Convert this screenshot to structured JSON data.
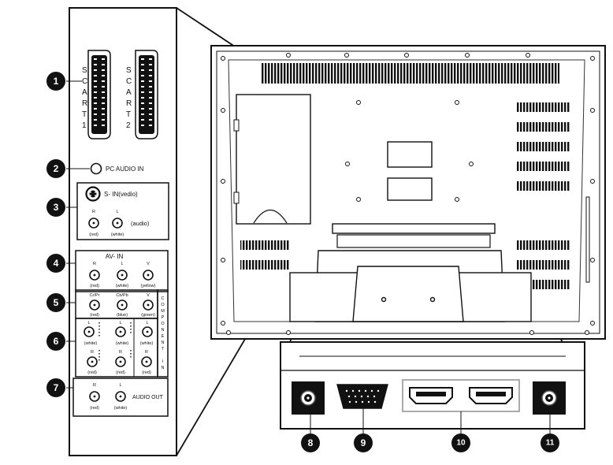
{
  "callouts": [
    "1",
    "2",
    "3",
    "4",
    "5",
    "6",
    "7",
    "8",
    "9",
    "10",
    "11"
  ],
  "scart": {
    "left_letters": [
      "S",
      "C",
      "A",
      "R",
      "T",
      "1"
    ],
    "right_letters": [
      "S",
      "C",
      "A",
      "R",
      "T",
      "2"
    ]
  },
  "pc_audio": {
    "label": "PC AUDIO IN"
  },
  "svideo": {
    "title": "S- IN(vedio)",
    "audio_label": "(audio)",
    "jacks": [
      {
        "top": "R",
        "bottom": "(red)"
      },
      {
        "top": "L",
        "bottom": "(white)"
      }
    ]
  },
  "avin": {
    "title": "AV- IN",
    "jacks": [
      {
        "top": "R",
        "bottom": "(red)"
      },
      {
        "top": "L",
        "bottom": "(white)"
      },
      {
        "top": "V",
        "bottom": "(yellow)"
      }
    ]
  },
  "component": {
    "jacks": [
      {
        "top": "Cr/Pr",
        "bottom": "(red)"
      },
      {
        "top": "Cb/Pb",
        "bottom": "(blue)"
      },
      {
        "top": "V",
        "bottom": "(green)"
      }
    ],
    "side_label": [
      "C",
      "O",
      "M",
      "P",
      "O",
      "N",
      "E",
      "N",
      "T",
      "",
      "I",
      "N"
    ]
  },
  "hdmi_audio": {
    "upper": [
      {
        "top": "L",
        "bottom": "(white)"
      },
      {
        "top": "L",
        "bottom": "(white)"
      },
      {
        "top": "L",
        "bottom": "(white)"
      }
    ],
    "lower": [
      {
        "top": "R",
        "bottom": "(red)"
      },
      {
        "top": "R",
        "bottom": "(red)"
      },
      {
        "top": "R",
        "bottom": "(red)"
      }
    ]
  },
  "audio_out": {
    "label": "AUDIO OUT",
    "jacks": [
      {
        "top": "R",
        "bottom": "(red)"
      },
      {
        "top": "L",
        "bottom": "(white)"
      }
    ]
  }
}
